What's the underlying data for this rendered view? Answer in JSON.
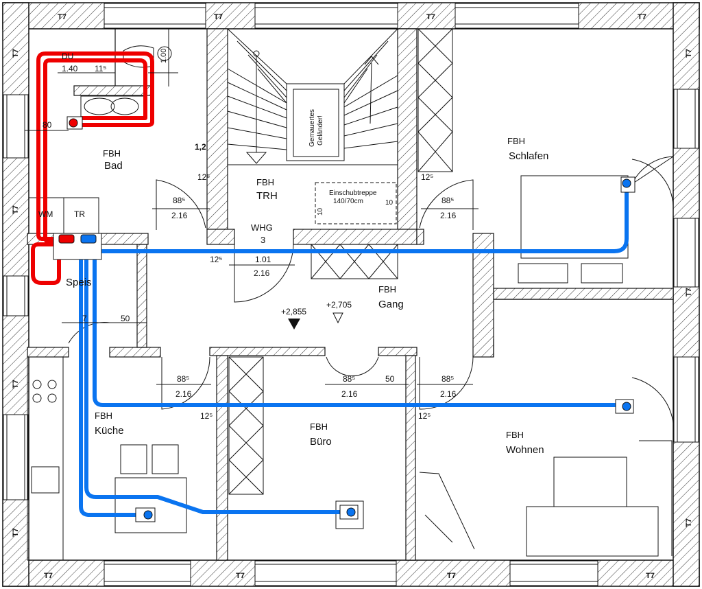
{
  "wall_label": "T7",
  "rooms": {
    "bad": {
      "tag": "FBH",
      "name": "Bad"
    },
    "schlafen": {
      "tag": "FBH",
      "name": "Schlafen"
    },
    "trh": {
      "tag": "FBH",
      "name": "TRH"
    },
    "gang": {
      "tag": "FBH",
      "name": "Gang"
    },
    "kueche": {
      "tag": "FBH",
      "name": "Küche"
    },
    "buero": {
      "tag": "FBH",
      "name": "Büro"
    },
    "wohnen": {
      "tag": "FBH",
      "name": "Wohnen"
    },
    "speis": "Speis",
    "whg": "WHG",
    "whg_no": "3"
  },
  "fixtures": {
    "wm": "WM",
    "tr": "TR",
    "du": "DU",
    "gemauertes": "Gemauertes",
    "gelaender": "Geländer!",
    "einschub1": "Einschubtreppe",
    "einschub2": "140/70cm"
  },
  "levels": {
    "floor": "+2,855",
    "landing": "+2,705"
  },
  "dimensions": {
    "du_w": "1.40",
    "du_h": "1.00",
    "du_angle": "11⁵",
    "bad_80": "80",
    "stair_12": "1,2",
    "bad_88": "88⁵",
    "bad_216": "2.16",
    "bad_125": "12⁵",
    "schl_88": "88⁵",
    "schl_216": "2.16",
    "schl_125": "12⁵",
    "trh_10a": "10",
    "trh_10b": "10",
    "whg_101": "1.01",
    "whg_216": "2.16",
    "whg_125": "12⁵",
    "speis_7": "7",
    "speis_50": "50",
    "k_88": "88⁵",
    "k_216": "2.16",
    "k_125": "12⁵",
    "b_88": "88⁵",
    "b_216": "2.16",
    "b_50": "50",
    "w_88": "88⁵",
    "w_216": "2.16",
    "w_125": "12⁵"
  },
  "colors": {
    "supply_duct": "#0a74f0",
    "exhaust_duct": "#ee0000",
    "wall_hatch": "#333333"
  }
}
